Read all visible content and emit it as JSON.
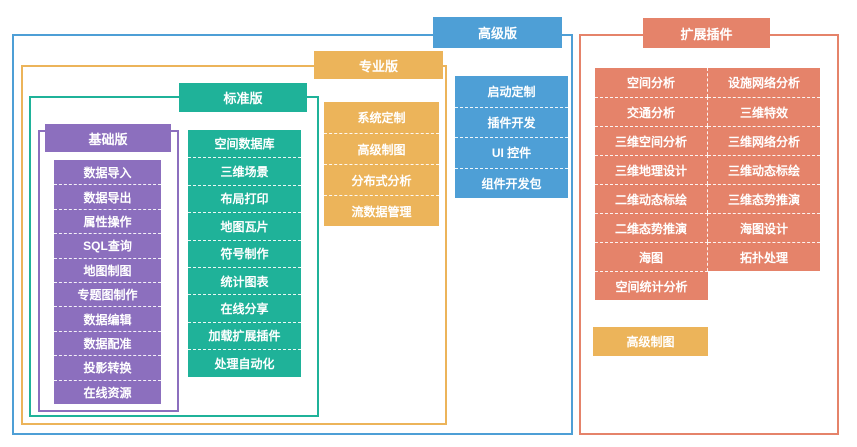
{
  "editions": {
    "advanced": {
      "title": "高级版",
      "color": "#4E9FD6",
      "items": [
        "启动定制",
        "插件开发",
        "UI 控件",
        "组件开发包"
      ]
    },
    "professional": {
      "title": "专业版",
      "color": "#ECB45A",
      "items": [
        "系统定制",
        "高级制图",
        "分布式分析",
        "流数据管理"
      ]
    },
    "standard": {
      "title": "标准版",
      "color": "#1FB299",
      "items": [
        "空间数据库",
        "三维场景",
        "布局打印",
        "地图瓦片",
        "符号制作",
        "统计图表",
        "在线分享",
        "加载扩展插件",
        "处理自动化"
      ]
    },
    "basic": {
      "title": "基础版",
      "color": "#8C6FBE",
      "items": [
        "数据导入",
        "数据导出",
        "属性操作",
        "SQL查询",
        "地图制图",
        "专题图制作",
        "数据编辑",
        "数据配准",
        "投影转换",
        "在线资源"
      ]
    }
  },
  "extensions": {
    "title": "扩展插件",
    "color": "#E5836A",
    "left_items": [
      "空间分析",
      "交通分析",
      "三维空间分析",
      "三维地理设计",
      "二维动态标绘",
      "二维态势推演",
      "海图",
      "空间统计分析"
    ],
    "right_items": [
      "设施网络分析",
      "三维特效",
      "三维网络分析",
      "三维动态标绘",
      "三维态势推演",
      "海图设计",
      "拓扑处理"
    ],
    "extra_item": "高级制图",
    "extra_color": "#ECB45A"
  }
}
